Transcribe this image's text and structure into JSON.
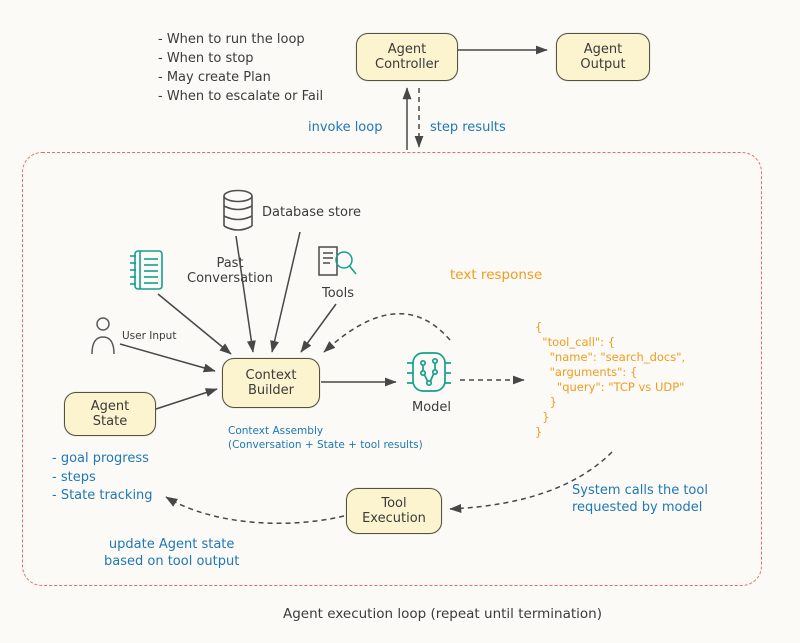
{
  "planning_notes": [
    "- When to run the loop",
    "- When to stop",
    "- May create Plan",
    "- When to escalate or Fail"
  ],
  "nodes": {
    "agent_controller": "Agent\nController",
    "agent_output": "Agent\nOutput",
    "agent_state": "Agent\nState",
    "context_builder": "Context\nBuilder",
    "tool_execution": "Tool\nExecution",
    "model": "Model"
  },
  "edge_labels": {
    "invoke_loop": "invoke loop",
    "step_results": "step results",
    "text_response": "text response"
  },
  "inputs": {
    "database_store": "Database store",
    "past_conversation": "Past\nConversation",
    "tools": "Tools",
    "user_input": "User Input"
  },
  "annotations": {
    "context_assembly": "Context Assembly\n(Conversation + State +  tool results)",
    "agent_state_list": [
      "- goal progress",
      "- steps",
      "- State tracking"
    ],
    "system_calls": "System calls the tool\nrequested by model",
    "update_state": "update Agent state\nbased on tool output",
    "caption": "Agent execution loop (repeat until termination)"
  },
  "code": {
    "lines": [
      "{",
      "  \"tool_call\": {",
      "    \"name\": \"search_docs\",",
      "    \"arguments\": {",
      "      \"query\": \"TCP vs UDP\"",
      "    }",
      "  }",
      "}"
    ]
  },
  "colors": {
    "node_fill": "#fcf3cf",
    "node_border": "#52523e",
    "loop_border": "#ef6a5c",
    "annotation_blue": "#1e78b6",
    "code_orange": "#f09c1f",
    "icon_teal": "#13a08e",
    "text_dark": "#3b3b3b"
  }
}
